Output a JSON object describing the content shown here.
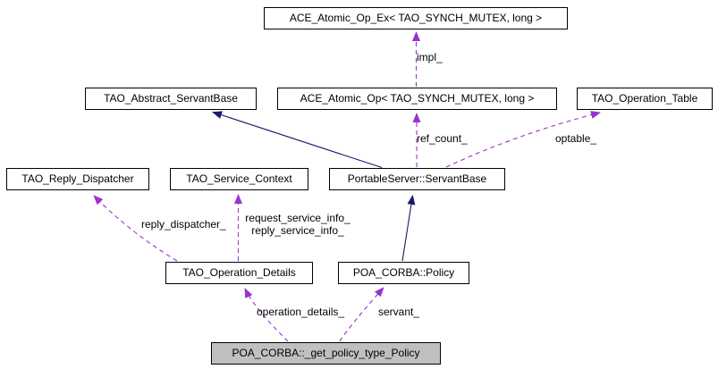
{
  "diagram": {
    "type": "collaboration-graph",
    "colors": {
      "page_bg": "#ffffff",
      "node_fill": "#ffffff",
      "node_border": "#000000",
      "node_text": "#000000",
      "highlight_fill": "#c0c0c0",
      "usage": "#9a32cd",
      "inheritance": "#191970"
    },
    "nodes": {
      "ace_atomic_op_ex": {
        "label": "ACE_Atomic_Op_Ex< TAO_SYNCH_MUTEX, long >"
      },
      "tao_abstract_servantbase": {
        "label": "TAO_Abstract_ServantBase"
      },
      "ace_atomic_op": {
        "label": "ACE_Atomic_Op< TAO_SYNCH_MUTEX, long >"
      },
      "tao_operation_table": {
        "label": "TAO_Operation_Table"
      },
      "tao_reply_dispatcher": {
        "label": "TAO_Reply_Dispatcher"
      },
      "tao_service_context": {
        "label": "TAO_Service_Context"
      },
      "portableserver_servantbase": {
        "label": "PortableServer::ServantBase"
      },
      "tao_operation_details": {
        "label": "TAO_Operation_Details"
      },
      "poa_corba_policy": {
        "label": "POA_CORBA::Policy"
      },
      "get_policy_type_policy": {
        "label": "POA_CORBA::_get_policy_type_Policy"
      }
    },
    "edges": {
      "impl": {
        "label": "impl_",
        "relation": "usage",
        "from": "ace_atomic_op",
        "to": "ace_atomic_op_ex"
      },
      "ref_count": {
        "label": "ref_count_",
        "relation": "usage",
        "from": "portableserver_servantbase",
        "to": "ace_atomic_op"
      },
      "optable": {
        "label": "optable_",
        "relation": "usage",
        "from": "portableserver_servantbase",
        "to": "tao_operation_table"
      },
      "servantbase_inherits": {
        "label": "",
        "relation": "inheritance",
        "from": "portableserver_servantbase",
        "to": "tao_abstract_servantbase"
      },
      "policy_inherits": {
        "label": "",
        "relation": "inheritance",
        "from": "poa_corba_policy",
        "to": "portableserver_servantbase"
      },
      "reply_dispatcher": {
        "label": "reply_dispatcher_",
        "relation": "usage",
        "from": "tao_operation_details",
        "to": "tao_reply_dispatcher"
      },
      "service_info": {
        "label_line1": "request_service_info_",
        "label_line2": "reply_service_info_",
        "relation": "usage",
        "from": "tao_operation_details",
        "to": "tao_service_context"
      },
      "operation_details": {
        "label": "operation_details_",
        "relation": "usage",
        "from": "get_policy_type_policy",
        "to": "tao_operation_details"
      },
      "servant": {
        "label": "servant_",
        "relation": "usage",
        "from": "get_policy_type_policy",
        "to": "poa_corba_policy"
      }
    }
  }
}
